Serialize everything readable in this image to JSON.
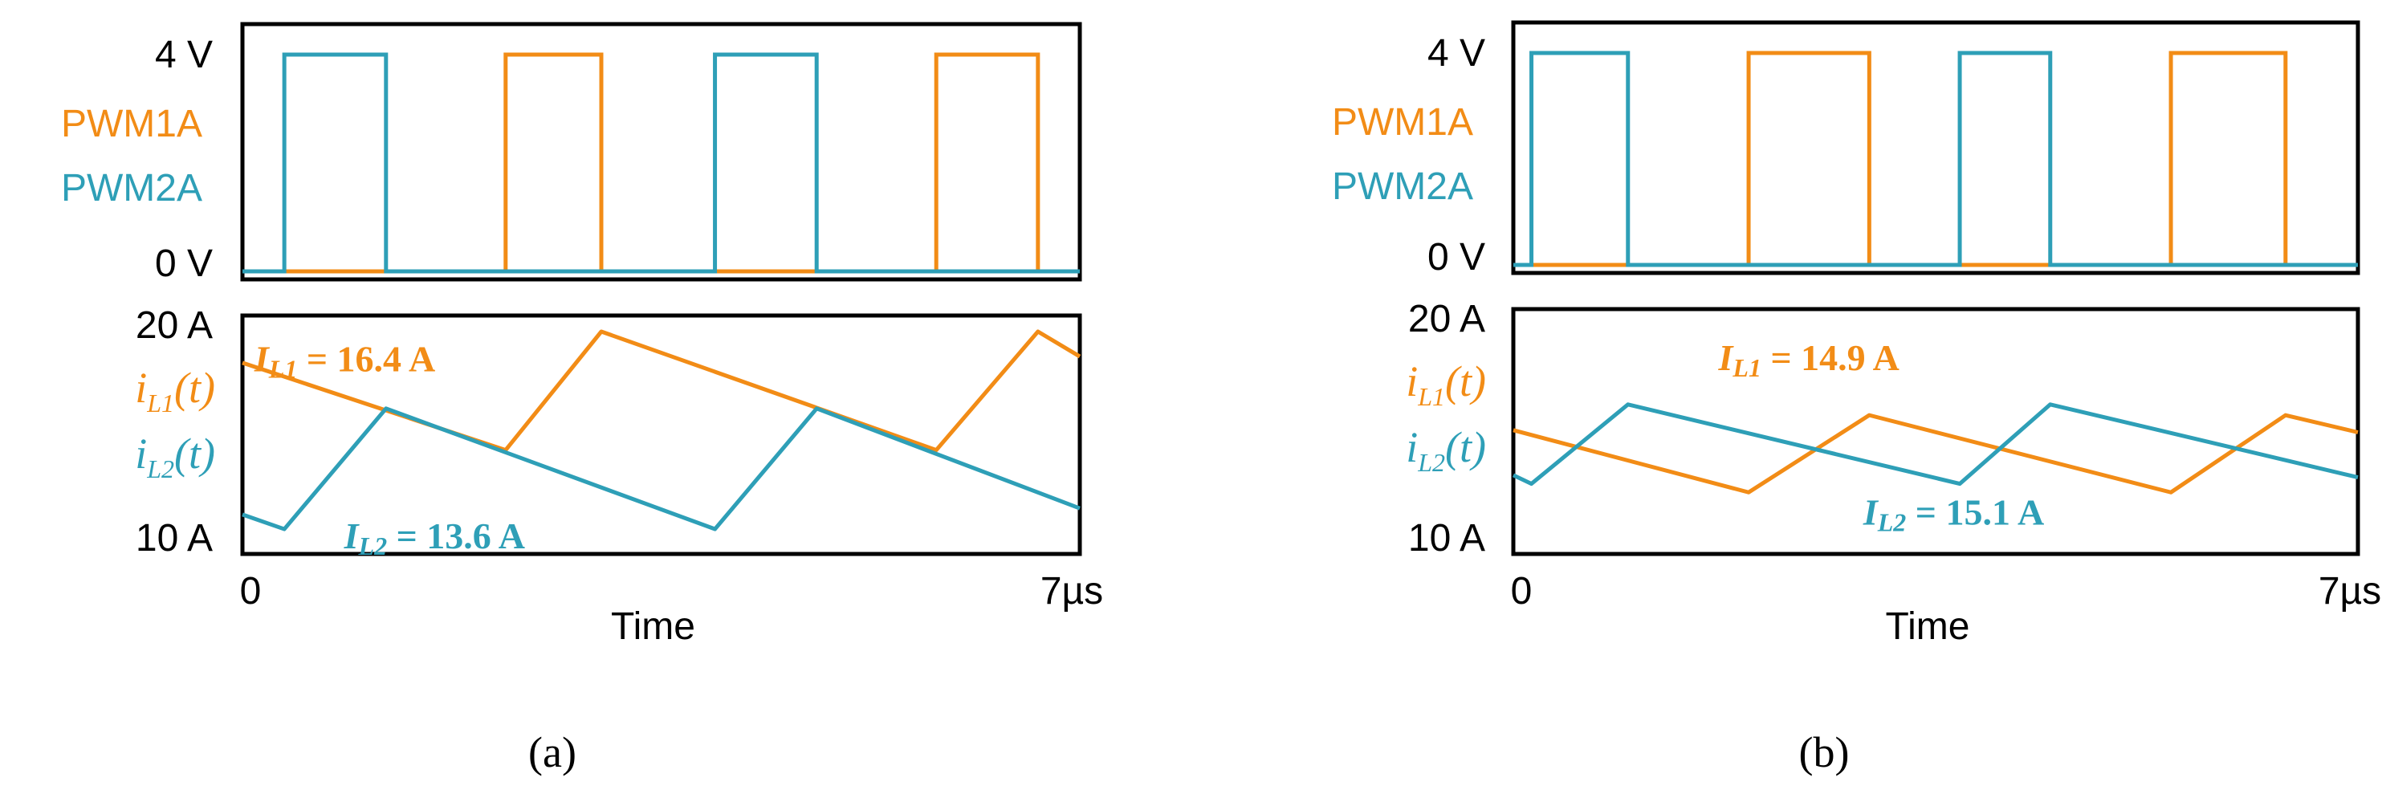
{
  "colors": {
    "pwm1a": "#F28C16",
    "pwm2a": "#2E9FB7",
    "axis": "#000000"
  },
  "chart_data": [
    {
      "type": "line",
      "panel_caption": "(a)",
      "x_unit_label": "Time",
      "x_tick_labels": [
        "0",
        "7µs"
      ],
      "xlim": [
        0,
        7
      ],
      "top": {
        "ytick_labels": [
          "4 V",
          "0 V"
        ],
        "ylim": [
          0,
          4
        ],
        "series": [
          {
            "name": "PWM1A",
            "color_key": "pwm1a",
            "high_intervals": [
              [
                2.2,
                3.0
              ],
              [
                5.8,
                6.65
              ]
            ]
          },
          {
            "name": "PWM2A",
            "color_key": "pwm2a",
            "high_intervals": [
              [
                0.35,
                1.2
              ],
              [
                3.95,
                4.8
              ]
            ]
          }
        ]
      },
      "bottom": {
        "ytick_labels": [
          "20 A",
          "10 A"
        ],
        "ylim": [
          10,
          20
        ],
        "series": [
          {
            "name": "iL1(t)",
            "name_main": "i",
            "name_sub": "L1",
            "name_tail": "(t)",
            "color_key": "pwm1a",
            "x": [
              0,
              2.2,
              3.0,
              5.8,
              6.65,
              7.0
            ],
            "y": [
              18.5,
              14.3,
              20.0,
              14.3,
              20.0,
              18.8
            ]
          },
          {
            "name": "iL2(t)",
            "name_main": "i",
            "name_sub": "L2",
            "name_tail": "(t)",
            "color_key": "pwm2a",
            "x": [
              0,
              0.35,
              1.2,
              3.95,
              4.8,
              7.0
            ],
            "y": [
              11.2,
              10.5,
              16.3,
              10.5,
              16.3,
              11.5
            ]
          }
        ],
        "annotations": [
          {
            "name_main": "I",
            "name_sub": "L1",
            "value": " = 16.4 A",
            "color_key": "pwm1a",
            "at": [
              0.1,
              18.7
            ]
          },
          {
            "name_main": "I",
            "name_sub": "L2",
            "value": " = 13.6 A",
            "color_key": "pwm2a",
            "at": [
              0.85,
              10.2
            ]
          }
        ]
      }
    },
    {
      "type": "line",
      "panel_caption": "(b)",
      "x_unit_label": "Time",
      "x_tick_labels": [
        "0",
        "7µs"
      ],
      "xlim": [
        0,
        7
      ],
      "top": {
        "ytick_labels": [
          "4 V",
          "0 V"
        ],
        "ylim": [
          0,
          4
        ],
        "series": [
          {
            "name": "PWM1A",
            "color_key": "pwm1a",
            "high_intervals": [
              [
                1.95,
                2.95
              ],
              [
                5.45,
                6.4
              ]
            ]
          },
          {
            "name": "PWM2A",
            "color_key": "pwm2a",
            "high_intervals": [
              [
                0.15,
                0.95
              ],
              [
                3.7,
                4.45
              ]
            ]
          }
        ]
      },
      "bottom": {
        "ytick_labels": [
          "20 A",
          "10 A"
        ],
        "ylim": [
          10,
          20
        ],
        "series": [
          {
            "name": "iL1(t)",
            "name_main": "i",
            "name_sub": "L1",
            "name_tail": "(t)",
            "color_key": "pwm1a",
            "x": [
              0,
              1.95,
              2.95,
              5.45,
              6.4,
              7.0
            ],
            "y": [
              15.1,
              12.2,
              15.8,
              12.2,
              15.8,
              15.0
            ]
          },
          {
            "name": "iL2(t)",
            "name_main": "i",
            "name_sub": "L2",
            "name_tail": "(t)",
            "color_key": "pwm2a",
            "x": [
              0,
              0.15,
              0.95,
              3.7,
              4.45,
              7.0
            ],
            "y": [
              13.0,
              12.6,
              16.3,
              12.6,
              16.3,
              12.9
            ]
          }
        ],
        "annotations": [
          {
            "name_main": "I",
            "name_sub": "L1",
            "value": " = 14.9 A",
            "color_key": "pwm1a",
            "at": [
              1.7,
              18.5
            ]
          },
          {
            "name_main": "I",
            "name_sub": "L2",
            "value": " = 15.1 A",
            "color_key": "pwm2a",
            "at": [
              2.9,
              11.3
            ]
          }
        ]
      }
    }
  ]
}
